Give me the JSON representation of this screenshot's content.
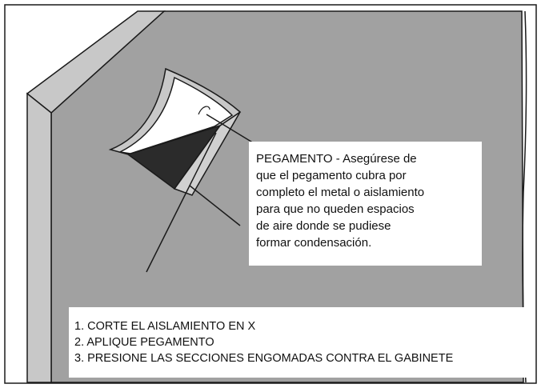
{
  "callout": {
    "lines": [
      "PEGAMENTO - Asegúrese de",
      "que el pegamento cubra por",
      "completo el metal o aislamiento",
      "para que no queden espacios",
      "de aire donde se pudiese",
      "formar condensación."
    ]
  },
  "steps": [
    "1. CORTE EL AISLAMIENTO EN X",
    "2. APLIQUE PEGAMENTO",
    "3. PRESIONE LAS SECCIONES ENGOMADAS CONTRA EL GABINETE"
  ],
  "colors": {
    "wall": "#a1a1a1",
    "edge": "#c8c8c8",
    "flap_dark": "#2b2b2b",
    "paper": "#ffffff",
    "outline": "#1a1a1a"
  }
}
